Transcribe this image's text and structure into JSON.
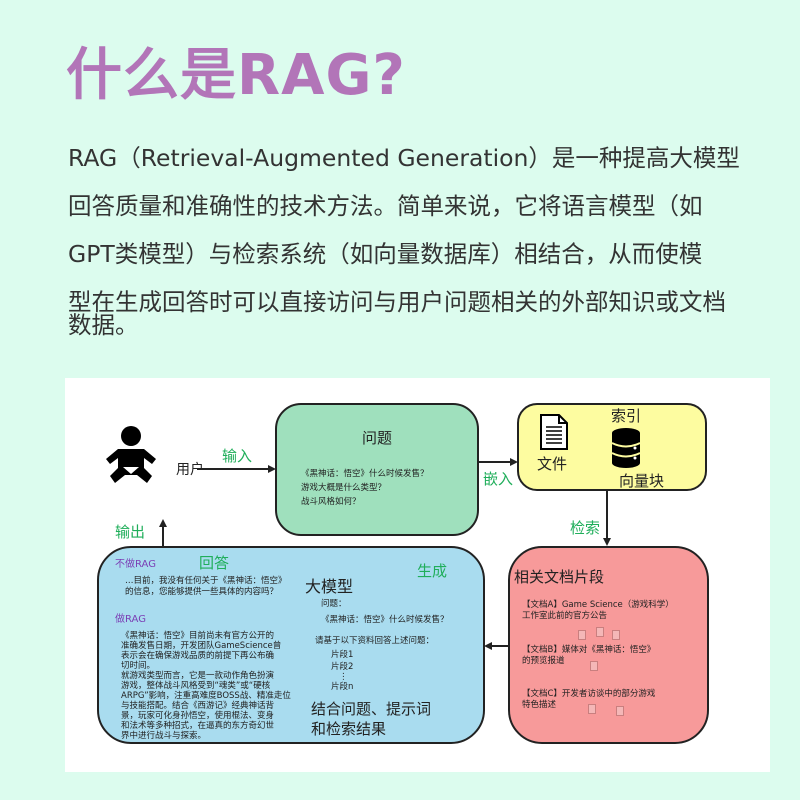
{
  "title": "什么是RAG?",
  "paragraph": [
    "RAG（Retrieval-Augmented  Generation）是一种提高大模型",
    "回答质量和准确性的技术方法。简单来说，它将语言模型（如",
    "GPT类模型）与检索系统（如向量数据库）相结合，从而使模",
    "型在生成回答时可以直接访问与用户问题相关的外部知识或文档",
    "数据。"
  ],
  "colors": {
    "background": "#dcfcee",
    "title": "#b275b8",
    "question_box": "#9fe0bd",
    "index_box": "#fdfca0",
    "docs_box": "#f79a9a",
    "answer_box": "#a9dcef",
    "edge_label": "#1fae5a"
  },
  "diagram": {
    "user": {
      "label": "用户",
      "icon": "baby-icon"
    },
    "edges": {
      "input": "输入",
      "embed": "嵌入",
      "retrieve": "检索",
      "output": "输出",
      "generate": "生成"
    },
    "question": {
      "title": "问题",
      "lines": [
        "《黑神话：悟空》什么时候发售？",
        "游戏大概是什么类型？",
        "战斗风格如何？"
      ]
    },
    "index": {
      "title": "索引",
      "file": "文件",
      "vector": "向量块",
      "file_icon": "document-icon",
      "vector_icon": "database-icon"
    },
    "docs": {
      "title": "相关文档片段",
      "items": [
        "【文档A】Game Science（游戏科学）",
        "工作室此前的官方公告",
        "【文档B】媒体对《黑神话：悟空》",
        "的预览报道",
        "【文档C】开发者访谈中的部分游戏",
        "特色描述"
      ]
    },
    "answer": {
      "title": "回答",
      "no_rag_label": "不做RAG",
      "no_rag_text": [
        "…目前，我没有任何关于《黑神话：悟空》",
        "的信息，您能够提供一些具体的内容吗？"
      ],
      "rag_label": "做RAG",
      "rag_text": [
        "《黑神话：悟空》目前尚未有官方公开的",
        "准确发售日期，开发团队GameScience曾",
        "表示会在确保游戏品质的前提下再公布确",
        "切时间。",
        "就游戏类型而言，它是一款动作角色扮演",
        "游戏，整体战斗风格受到“魂类”或“硬核",
        "ARPG”影响，注重高难度BOSS战、精准走位",
        "与技能搭配。结合《西游记》经典神话背",
        "景，玩家可化身孙悟空，使用棍法、变身",
        "和法术等多种招式，在逼真的东方奇幻世",
        "界中进行战斗与探索。"
      ],
      "llm_title": "大模型",
      "prompt_q_label": "问题：",
      "prompt_q": "《黑神话：悟空》什么时候发售？",
      "prompt_instr": "请基于以下资料回答上述问题：",
      "chunks": [
        "片段1",
        "片段2",
        "⋮",
        "片段n"
      ],
      "combine": [
        "结合问题、提示词",
        "和检索结果"
      ]
    }
  }
}
